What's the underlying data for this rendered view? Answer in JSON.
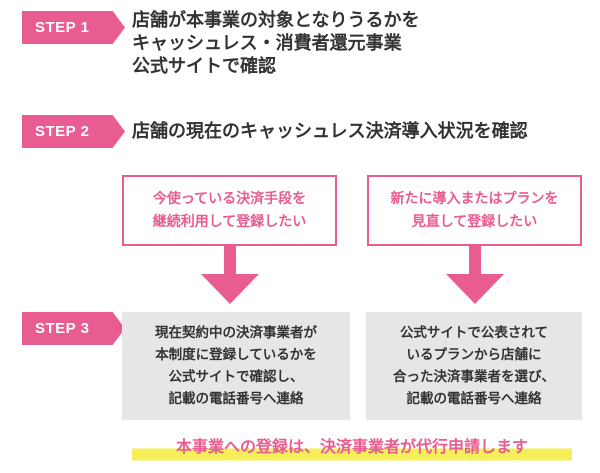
{
  "colors": {
    "accent": "#e85c92",
    "box_gray": "#e6e6e6",
    "highlight": "#f5ef5a",
    "text": "#333333"
  },
  "steps": [
    {
      "label": "STEP 1",
      "lines": [
        "店舗が本事業の対象となりうるかを",
        "キャッシュレス・消費者還元事業",
        "公式サイトで確認"
      ]
    },
    {
      "label": "STEP 2",
      "lines": [
        "店舗の現在のキャッシュレス決済導入状況を確認"
      ]
    },
    {
      "label": "STEP 3"
    }
  ],
  "options": [
    {
      "lines": [
        "今使っている決済手段を",
        "継続利用して登録したい"
      ]
    },
    {
      "lines": [
        "新たに導入またはプランを",
        "見直して登録したい"
      ]
    }
  ],
  "actions": [
    {
      "lines": [
        "現在契約中の決済事業者が",
        "本制度に登録しているかを",
        "公式サイトで確認し、",
        "記載の電話番号へ連絡"
      ]
    },
    {
      "lines": [
        "公式サイトで公表されて",
        "いるプランから店舗に",
        "合った決済事業者を選び、",
        "記載の電話番号へ連絡"
      ]
    }
  ],
  "note": "本事業への登録は、決済事業者が代行申請します"
}
